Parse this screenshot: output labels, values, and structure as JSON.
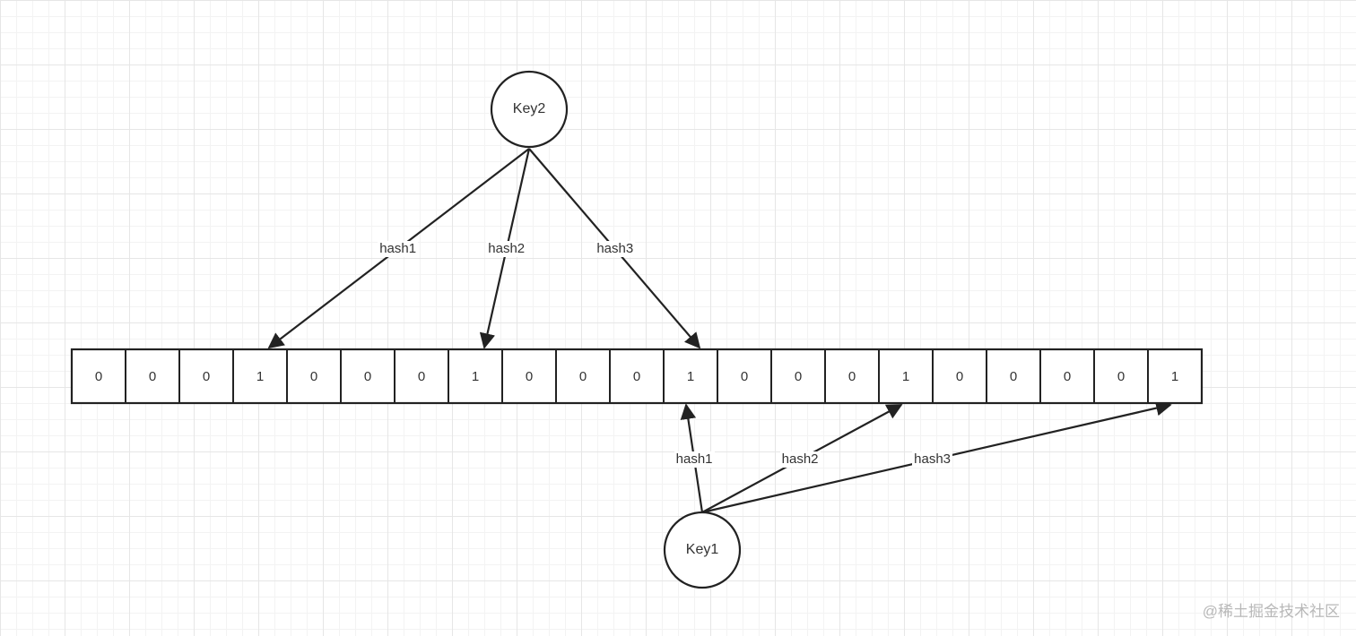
{
  "nodes": {
    "key2": {
      "label": "Key2"
    },
    "key1": {
      "label": "Key1"
    }
  },
  "bit_array": [
    "0",
    "0",
    "0",
    "1",
    "0",
    "0",
    "0",
    "1",
    "0",
    "0",
    "0",
    "1",
    "0",
    "0",
    "0",
    "1",
    "0",
    "0",
    "0",
    "0",
    "1"
  ],
  "key2_edges": [
    {
      "label": "hash1",
      "target_index": 3
    },
    {
      "label": "hash2",
      "target_index": 7
    },
    {
      "label": "hash3",
      "target_index": 11
    }
  ],
  "key1_edges": [
    {
      "label": "hash1",
      "target_index": 11
    },
    {
      "label": "hash2",
      "target_index": 15
    },
    {
      "label": "hash3",
      "target_index": 20
    }
  ],
  "watermark": "@稀土掘金技术社区",
  "colors": {
    "stroke": "#222222",
    "text": "#333333"
  }
}
